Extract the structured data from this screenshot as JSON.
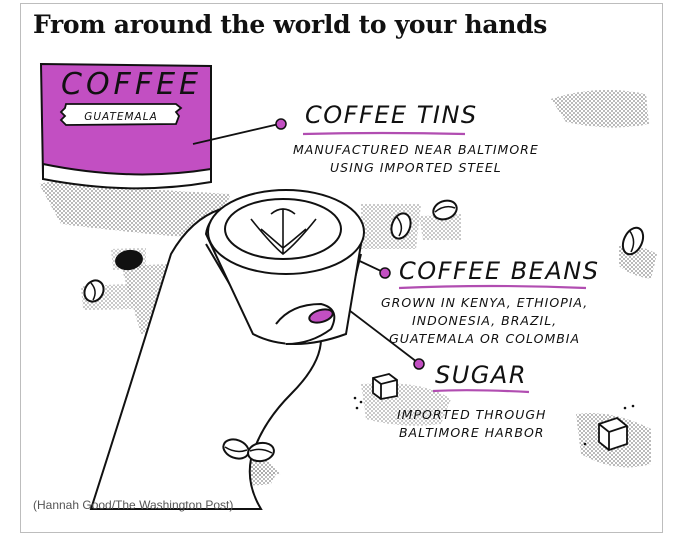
{
  "headline": "From around the world to your hands",
  "tin": {
    "brand": "COFFEE",
    "origin": "GUATEMALA"
  },
  "labels": {
    "tins": {
      "title": "COFFEE TINS",
      "lines": [
        "MANUFACTURED NEAR BALTIMORE",
        "USING IMPORTED STEEL"
      ]
    },
    "beans": {
      "title": "COFFEE BEANS",
      "lines": [
        "GROWN IN KENYA, ETHIOPIA,",
        "INDONESIA, BRAZIL,",
        "GUATEMALA OR COLOMBIA"
      ]
    },
    "sugar": {
      "title": "SUGAR",
      "lines": [
        "IMPORTED THROUGH",
        "BALTIMORE HARBOR"
      ]
    }
  },
  "credit": "(Hannah Good/The Washington Post)",
  "colors": {
    "accent": "#c24fc2",
    "underline": "#b14db1",
    "ink": "#111111",
    "shadow": "#9a9a9a"
  }
}
